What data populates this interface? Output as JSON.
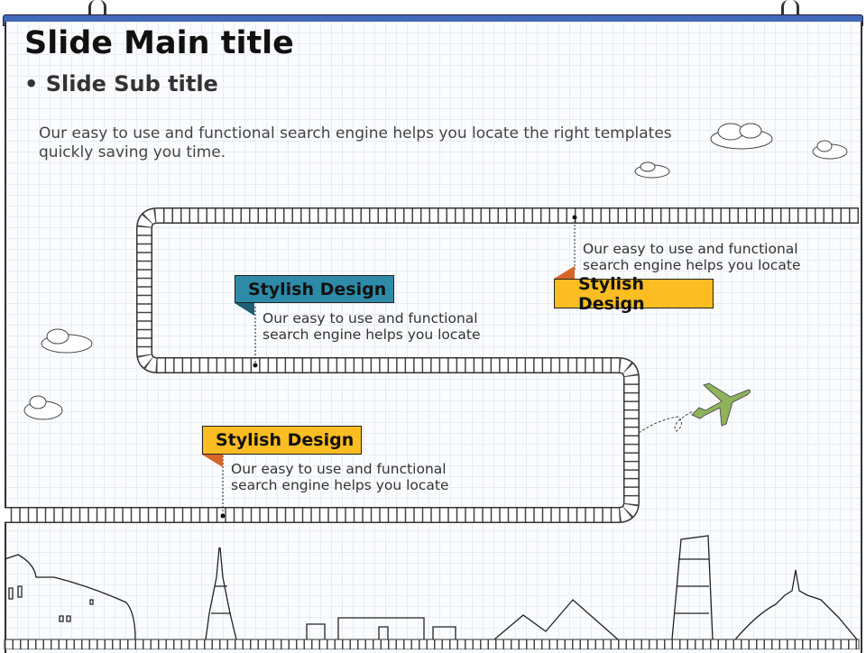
{
  "slide": {
    "title": "Slide Main title",
    "subtitle": "Slide Sub title",
    "body": "Our easy to use and functional search engine helps you locate the right templates quickly saving you time."
  },
  "milestones": [
    {
      "label": "Stylish Design",
      "text_line1": "Our easy to use and  functional",
      "text_line2": "search engine helps you locate",
      "color": "#2e8ba8"
    },
    {
      "label": "Stylish Design",
      "text_line1": "Our easy to use and  functional",
      "text_line2": "search engine helps you locate",
      "color": "#fbbd22"
    },
    {
      "label": "Stylish Design",
      "text_line1": "Our easy to use and  functional",
      "text_line2": "search engine helps you locate",
      "color": "#fbbd22"
    }
  ],
  "colors": {
    "board_top": "#4169b8",
    "airplane": "#8fb35a",
    "fold_orange": "#d7652a",
    "fold_teal": "#1d5e72"
  }
}
